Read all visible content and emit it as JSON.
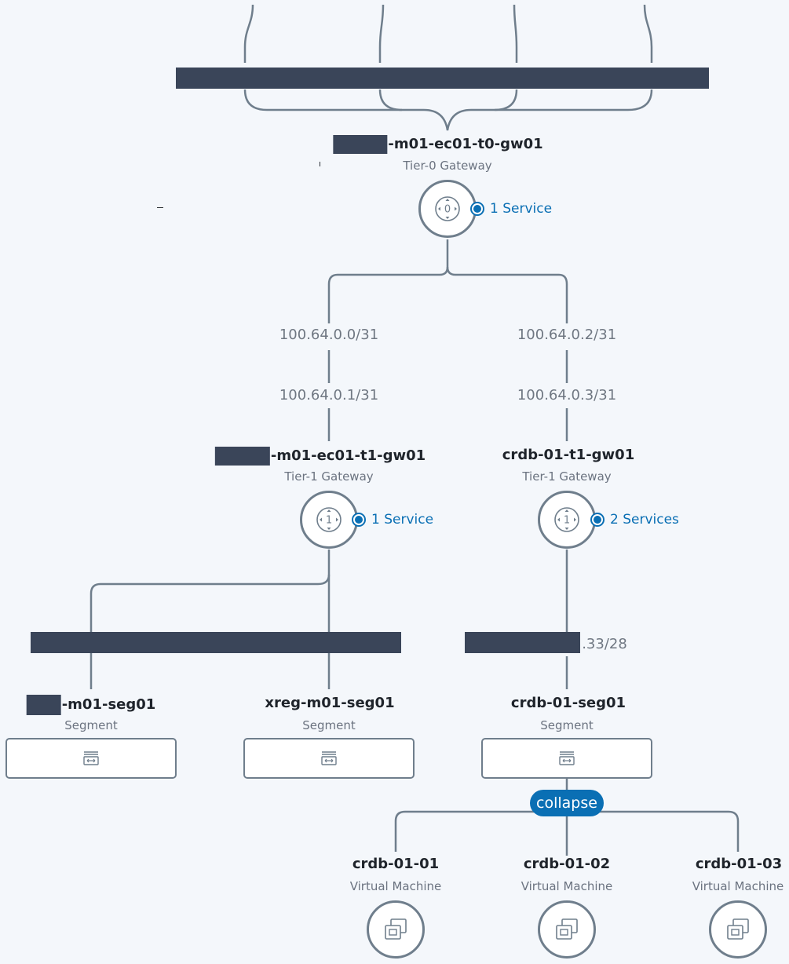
{
  "tier0": {
    "name_suffix": "-m01-ec01-t0-gw01",
    "type": "Tier-0 Gateway",
    "services": "1 Service",
    "icon": "tier0-router-icon"
  },
  "tier1": [
    {
      "name_suffix": "-m01-ec01-t1-gw01",
      "type": "Tier-1 Gateway",
      "services": "1 Service",
      "uplink_ip_top": "100.64.0.0/31",
      "uplink_ip_bottom": "100.64.0.1/31"
    },
    {
      "name": "crdb-01-t1-gw01",
      "type": "Tier-1 Gateway",
      "services": "2 Services",
      "uplink_ip_top": "100.64.0.2/31",
      "uplink_ip_bottom": "100.64.0.3/31"
    }
  ],
  "segments": [
    {
      "name_suffix": "-m01-seg01",
      "type": "Segment"
    },
    {
      "name": "xreg-m01-seg01",
      "type": "Segment"
    },
    {
      "name": "crdb-01-seg01",
      "type": "Segment",
      "subnet_suffix": ".33/28"
    }
  ],
  "collapse_label": "collapse",
  "vms": [
    {
      "name": "crdb-01-01",
      "type": "Virtual Machine"
    },
    {
      "name": "crdb-01-02",
      "type": "Virtual Machine"
    },
    {
      "name": "crdb-01-03",
      "type": "Virtual Machine"
    }
  ],
  "colors": {
    "line": "#6f7e8c",
    "accent": "#0a6fb4",
    "redaction": "#3a4559",
    "background": "#f4f7fb"
  }
}
